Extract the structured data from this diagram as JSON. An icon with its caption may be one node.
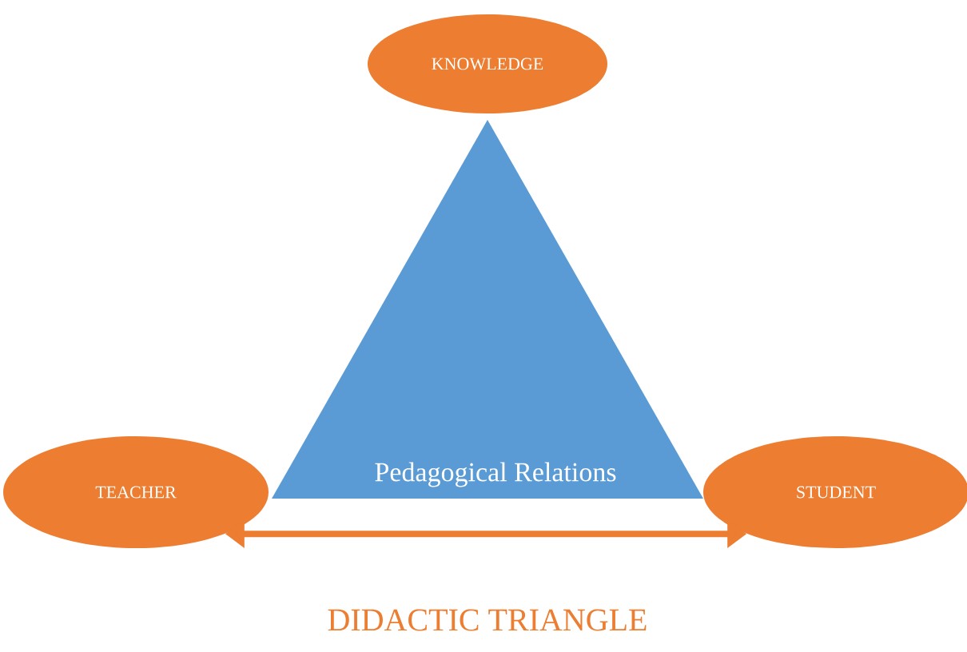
{
  "diagram": {
    "caption": "DIDACTIC TRIANGLE",
    "nodes": [
      {
        "text": [
          "KNOWLEDGE"
        ]
      },
      {
        "text": [
          "Pedagogical Relations"
        ]
      },
      {
        "text": [
          "TEACHER"
        ]
      },
      {
        "text": [
          "STUDENT"
        ]
      }
    ],
    "edges": [
      {
        "from": 2,
        "to": 3,
        "arrow": "both"
      }
    ]
  }
}
